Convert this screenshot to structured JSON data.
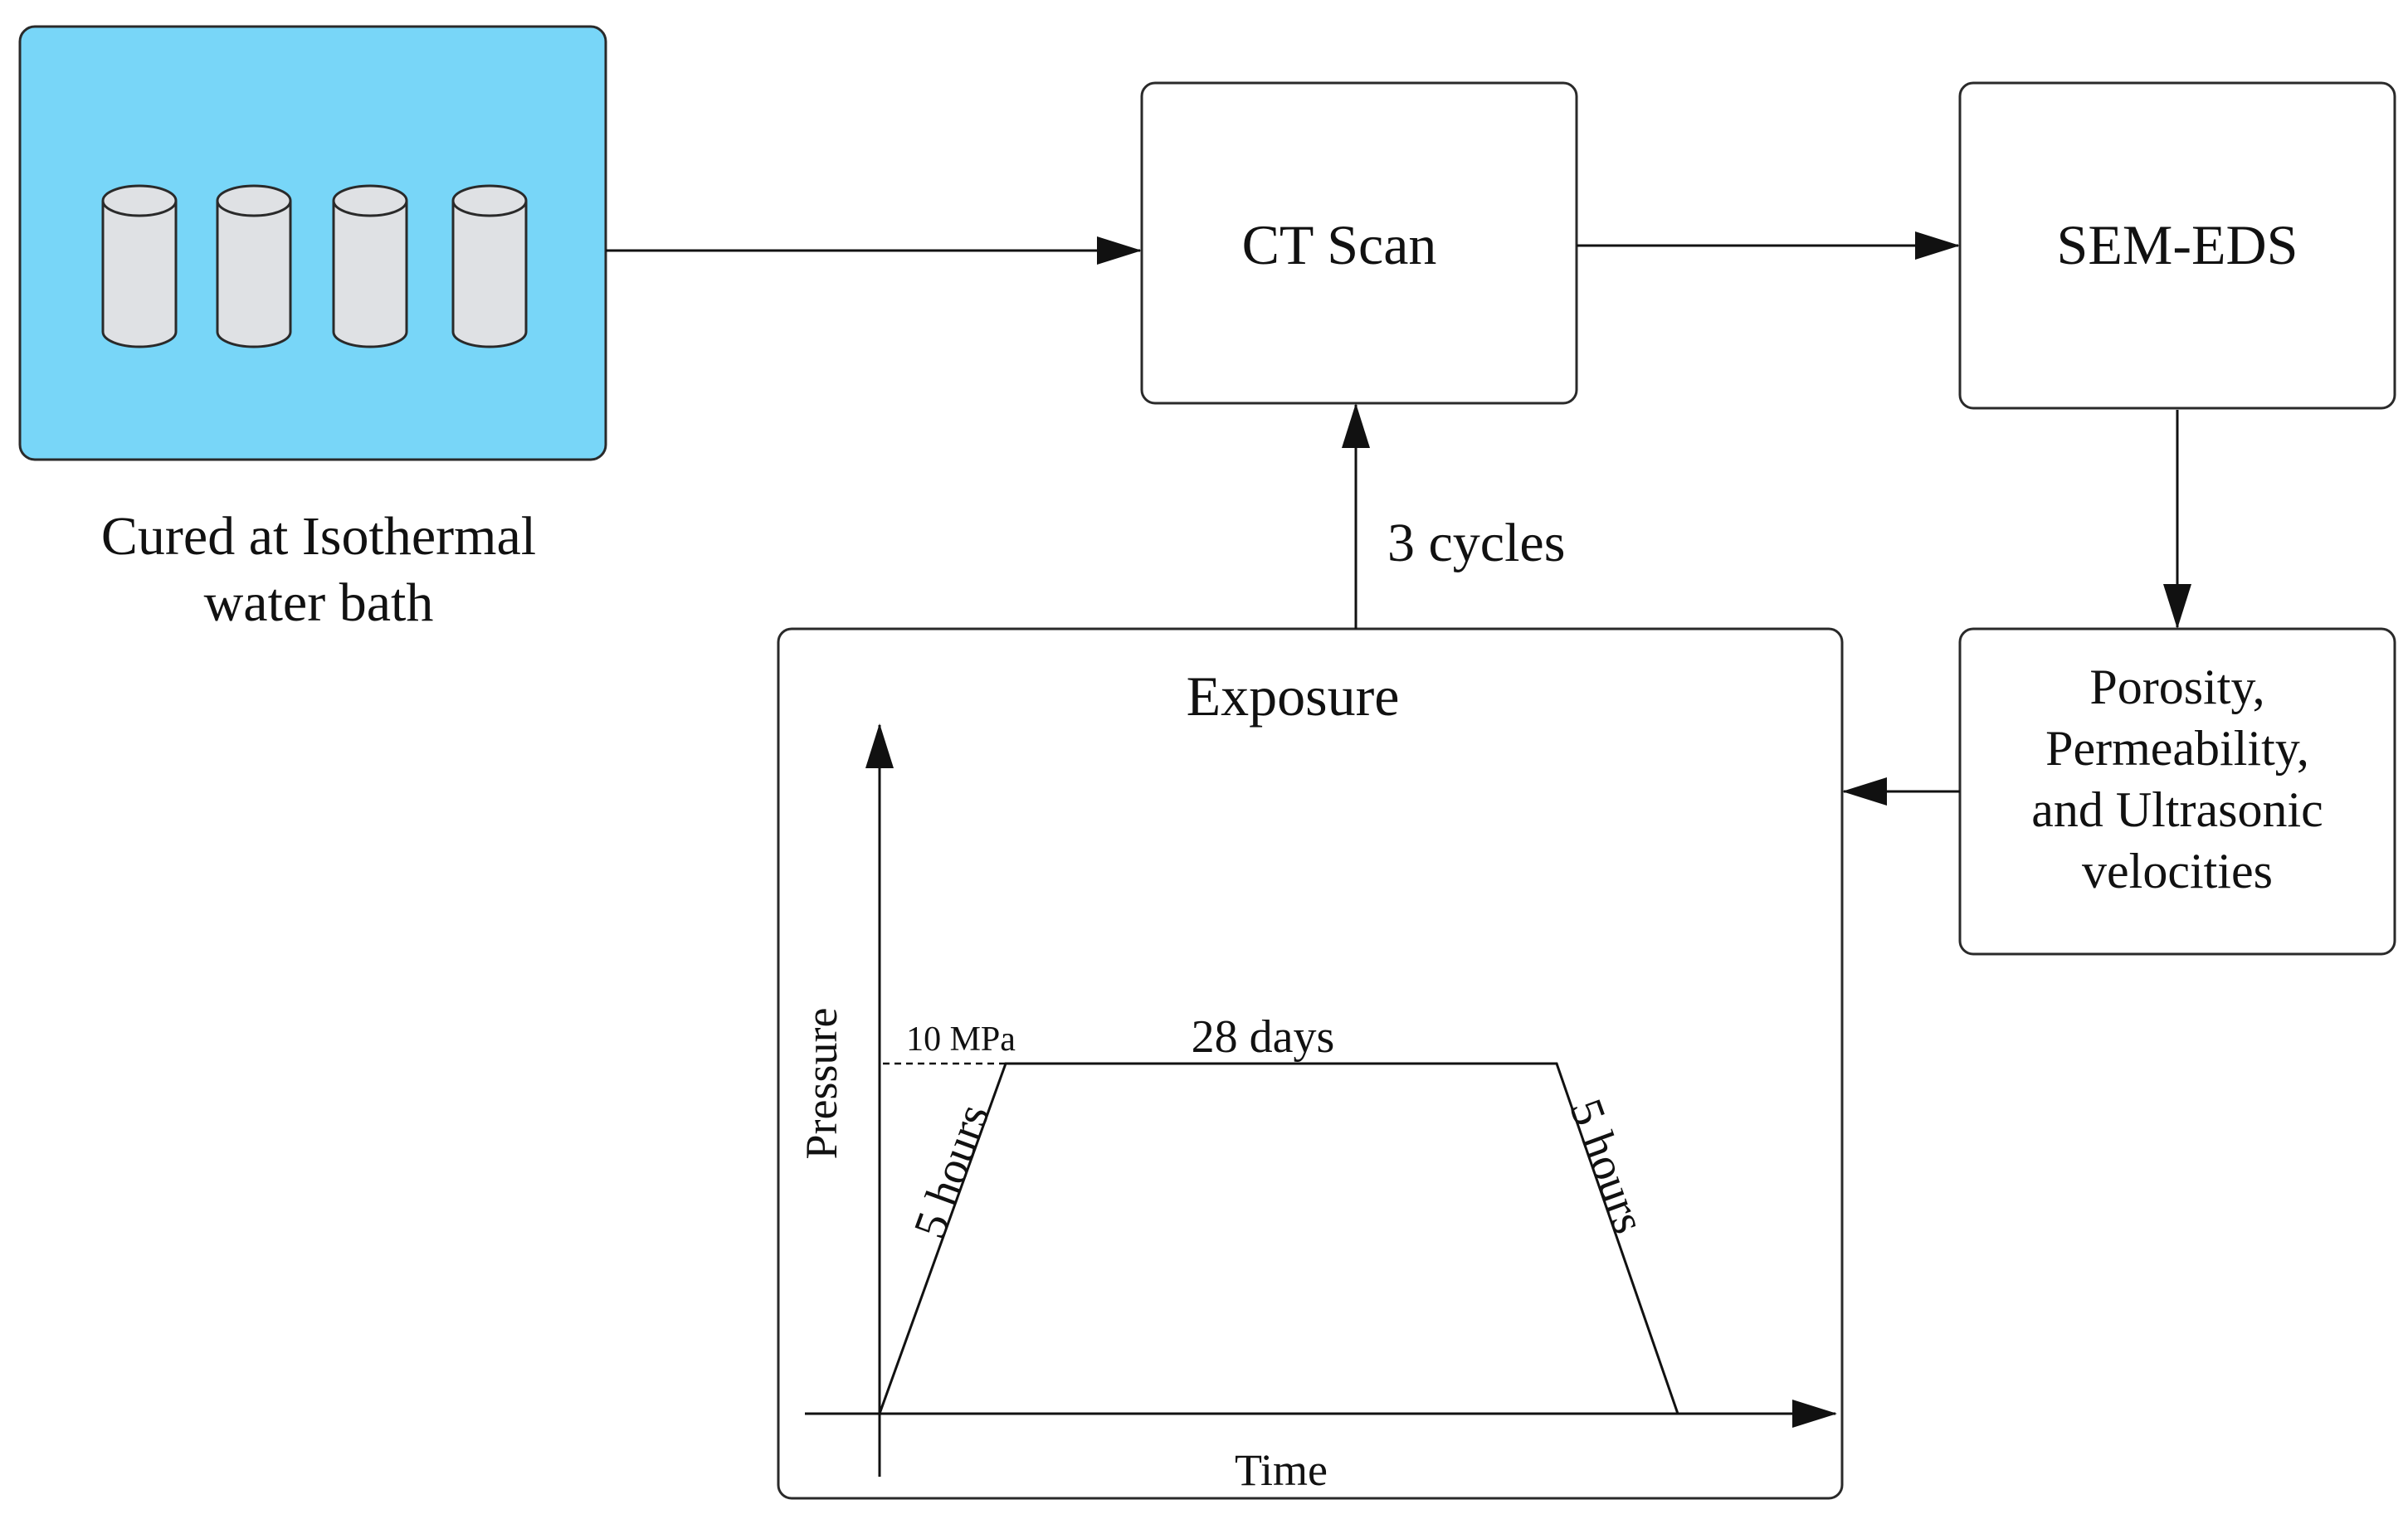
{
  "colors": {
    "bath_fill": "#78d6f8",
    "cylinder_fill": "#dfe1e4",
    "stroke": "#2a2a2a"
  },
  "bath": {
    "label_line1": "Cured at Isothermal",
    "label_line2": "water bath",
    "cylinder_count": 4
  },
  "nodes": {
    "ct_scan": "CT Scan",
    "sem_eds": "SEM-EDS",
    "properties_line1": "Porosity,",
    "properties_line2": "Permeability,",
    "properties_line3": "and Ultrasonic",
    "properties_line4": "velocities",
    "exposure_title": "Exposure"
  },
  "edges": {
    "cycles_label": "3 cycles"
  },
  "exposure_chart": {
    "y_label": "Pressure",
    "x_label": "Time",
    "pressure_label": "10 MPa",
    "ramp_up_label": "5 hours",
    "hold_label": "28 days",
    "ramp_down_label": "5 hours"
  }
}
